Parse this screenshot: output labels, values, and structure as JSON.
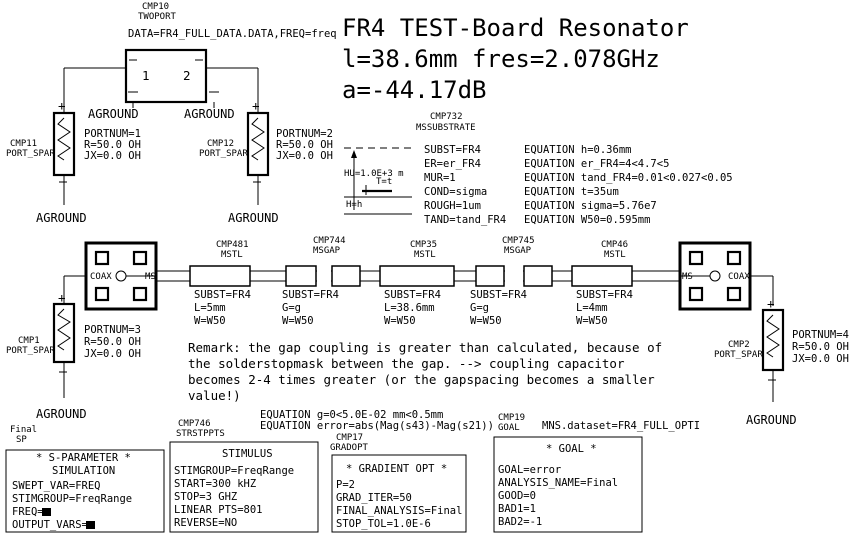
{
  "title": {
    "line1": "FR4 TEST-Board Resonator",
    "line2": "l=38.6mm fres=2.078GHz",
    "line3": "a=-44.17dB"
  },
  "twoport": {
    "id": "CMP10",
    "type": "TWOPORT",
    "params": "DATA=FR4_FULL_DATA.DATA,FREQ=freq",
    "pin1": "1",
    "pin2": "2"
  },
  "ground_label": "AGROUND",
  "ports": [
    {
      "id": "CMP11",
      "type": "PORT_SPAR",
      "params": [
        "PORTNUM=1",
        "R=50.0 OH",
        "JX=0.0 OH"
      ]
    },
    {
      "id": "CMP12",
      "type": "PORT_SPAR",
      "params": [
        "PORTNUM=2",
        "R=50.0 OH",
        "JX=0.0 OH"
      ]
    },
    {
      "id": "CMP1",
      "type": "PORT_SPAR",
      "params": [
        "PORTNUM=3",
        "R=50.0 OH",
        "JX=0.0 OH"
      ]
    },
    {
      "id": "CMP2",
      "type": "PORT_SPAR",
      "params": [
        "PORTNUM=4",
        "R=50.0 OH",
        "JX=0.0 OH"
      ]
    }
  ],
  "substrate": {
    "id": "CMP732",
    "type": "MSSUBSTRATE",
    "params": [
      "SUBST=FR4",
      "ER=er_FR4",
      "MUR=1",
      "COND=sigma",
      "ROUGH=1um",
      "TAND=tand_FR4"
    ],
    "hu_label": "HU=1.0E+3 m",
    "t_label": "T=t",
    "h_label": "H=h"
  },
  "equations": [
    "EQUATION h=0.36mm",
    "EQUATION er_FR4=4<4.7<5",
    "EQUATION tand_FR4=0.01<0.027<0.05",
    "EQUATION t=35um",
    "EQUATION sigma=5.76e7",
    "EQUATION W50=0.595mm"
  ],
  "coax": {
    "left": "COAX",
    "right": "COAX",
    "left_pin": "MS",
    "right_pin": "MS"
  },
  "line_elements": [
    {
      "id": "CMP481",
      "type": "MSTL",
      "params": [
        "SUBST=FR4",
        "L=5mm",
        "W=W50"
      ]
    },
    {
      "id": "CMP744",
      "type": "MSGAP",
      "params": [
        "SUBST=FR4",
        "G=g",
        "W=W50"
      ]
    },
    {
      "id": "CMP35",
      "type": "MSTL",
      "params": [
        "SUBST=FR4",
        "L=38.6mm",
        "W=W50"
      ]
    },
    {
      "id": "CMP745",
      "type": "MSGAP",
      "params": [
        "SUBST=FR4",
        "G=g",
        "W=W50"
      ]
    },
    {
      "id": "CMP46",
      "type": "MSTL",
      "params": [
        "SUBST=FR4",
        "L=4mm",
        "W=W50"
      ]
    }
  ],
  "remark": [
    "Remark: the gap coupling is greater than calculated, because of",
    "the solderstopmask between the gap. --> coupling capacitor",
    "becomes 2-4 times greater (or the gapspacing becomes a smaller",
    "value!)"
  ],
  "opt_equations": [
    "EQUATION g=0<5.0E-02 mm<0.5mm",
    "EQUATION error=abs(Mag(s43)-Mag(s21))"
  ],
  "sparam": {
    "id": "Final",
    "type": "SP",
    "header1": "* S-PARAMETER *",
    "header2": "SIMULATION",
    "params": [
      "SWEPT_VAR=FREQ",
      "STIMGROUP=FreqRange",
      "FREQ=",
      "OUTPUT_VARS="
    ]
  },
  "stimulus": {
    "id": "CMP746",
    "type": "STRSTPPTS",
    "header": "STIMULUS",
    "params": [
      "STIMGROUP=FreqRange",
      "START=300 kHZ",
      "STOP=3 GHZ",
      "LINEAR PTS=801",
      "REVERSE=NO"
    ]
  },
  "gradopt": {
    "id": "CMP17",
    "type": "GRADOPT",
    "header": "* GRADIENT OPT *",
    "params": [
      "P=2",
      "GRAD_ITER=50",
      "FINAL_ANALYSIS=Final",
      "STOP_TOL=1.0E-6"
    ]
  },
  "goal": {
    "id": "CMP19",
    "type": "GOAL",
    "dataset": "MNS.dataset=FR4_FULL_OPTI",
    "header": "* GOAL *",
    "params": [
      "GOAL=error",
      "ANALYSIS_NAME=Final",
      "GOOD=0",
      "BAD1=1",
      "BAD2=-1"
    ]
  }
}
